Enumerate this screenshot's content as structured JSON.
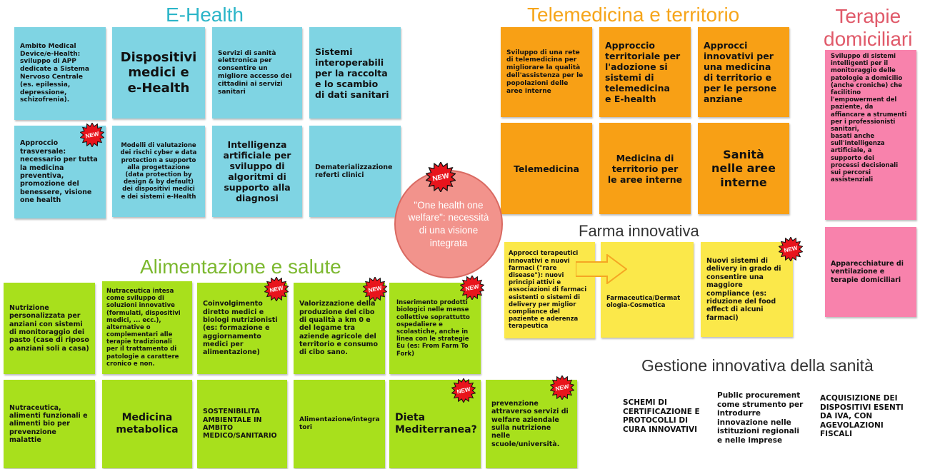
{
  "sections": {
    "ehealth": "E-Health",
    "telemedicina": "Telemedicina e territorio",
    "terapie": "Terapie\ndomiciliari",
    "farma": "Farma innovativa",
    "alimentazione": "Alimentazione e salute",
    "gestione": "Gestione innovativa della sanità"
  },
  "colors": {
    "ehealth": "#2bb5c8",
    "telemedicina": "#f6a51a",
    "terapie": "#e05a6a",
    "farma": "#333333",
    "alimentazione": "#7cb82f",
    "gestione": "#333333"
  },
  "badge_label": "NEW",
  "center_circle": "\"One health one\nwelfare\": necessità\ndi una visione\nintegrata",
  "ehealth": {
    "n1": "Ambito Medical\nDevice/e-Health:\nsviluppo di APP\ndedicate a Sistema\nNervoso Centrale\n(es. epilessia,\ndepressione,\nschizofrenia).",
    "n2": "Dispositivi\nmedici e\ne-Health",
    "n3": "Servizi di sanità\nelettronica per\nconsentire un\nmigliore accesso dei\ncittadini ai servizi\nsanitari",
    "n4": "Sistemi\ninteroperabili\nper la raccolta\ne lo scambio\ndi dati sanitari",
    "n5": "Approccio\ntrasversale:\nnecessario per tutta\nla medicina\npreventiva,\npromozione del\nbenessere, visione\none health",
    "n6": "Modelli di valutazione\ndei rischi cyber e data\nprotection a supporto\nalla progettazione\n(data protection by\ndesign & by default)\ndei dispositivi medici\ne dei sistemi e-Health",
    "n7": "Intelligenza\nartificiale per\nsviluppo di\nalgoritmi di\nsupporto alla\ndiagnosi",
    "n8": "Dematerializzazione\nreferti clinici"
  },
  "telemedicina": {
    "n1": "Sviluppo di una rete\ndi telemedicina per\nmigliorare la qualità\ndell'assistenza per le\npopolazioni delle\naree interne",
    "n2": "Approccio\nterritoriale per\nl'adozione si\nsistemi di\ntelemedicina\ne E-health",
    "n3": "Approcci\ninnovativi per\nuna medicina\ndi territorio e\nper le persone\nanziane",
    "n4": "Telemedicina",
    "n5": "Medicina di\nterritorio per\nle aree interne",
    "n6": "Sanità\nnelle aree\ninterne"
  },
  "terapie": {
    "n1": "Sviluppo di sistemi\nintelligenti per il\nmonitoraggio delle\npatologie a domicilio\n(anche croniche) che\nfacilitino\nl'empowerment del\npaziente, da\naffiancare a strumenti\nper i professionisti\nsanitari,\n basati anche\nsull'intelligenza\nartificiale, a\nsupporto dei\nprocessi decisionali\nsui percorsi\nassistenziali",
    "n2": "Apparecchiature di\nventilazione e\nterapie domiciliari"
  },
  "farma": {
    "n1": "Approcci terapeutici\ninnovativi e nuovi\nfarmaci (\"rare\ndisease\"): nuovi\nprincipi attivi e\nassociazioni di farmaci\nesistenti o sistemi di\ndelivery per miglior\ncompliance del\npaziente e aderenza\nterapeutica",
    "n2": "Farmaceutica/Dermat\nologia-Cosmetica",
    "n3": "Nuovi sistemi di\ndelivery in grado di\nconsentire una\nmaggiore\ncompliance (es:\nriduzione del food\neffect di alcuni\nfarmaci)"
  },
  "alimentazione": {
    "n1": "Nutrizione\npersonalizzata per\nanziani con sistemi\ndi monitoraggio dei\npasto (case di riposo\no anziani soli a casa)",
    "n2": "Nutraceutica intesa\ncome sviluppo di\nsoluzioni innovative\n(formulati, dispositivi\nmedici, ... ecc.),\nalternative o\ncomplementari alle\nterapie tradizionali\nper il trattamento di\npatologie a carattere\ncronico e non.",
    "n3": "Coinvolgimento\ndiretto medici e\nbiologi nutrizionisti\n(es: formazione e\naggiornamento\nmedici per\nalimentazione)",
    "n4": "Valorizzazione della\nproduzione del cibo\ndi qualità a km 0 e\ndel legame tra\naziende agricole del\nterritorio e consumo\ndi cibo sano.",
    "n5": "Inserimento prodotti\nbiologici nelle mense\ncollettive soprattutto\nospedaliere e\nscolastiche, anche in\nlinea con le strategie\nEu (es: From Farm To\nFork)",
    "n6": "Nutraceutica,\nalimenti funzionali e\nalimenti bio per\nprevenzione\nmalattie",
    "n7": "Medicina\nmetabolica",
    "n8": "SOSTENIBILITA\nAMBIENTALE IN\nAMBITO\nMEDICO/SANITARIO",
    "n9": "Alimentazione/integra\ntori",
    "n10": "Dieta\nMediterranea?",
    "n11": "prevenzione\nattraverso servizi di\nwelfare aziendale\nsulla nutrizione\nnelle\nscuole/università."
  },
  "gestione": {
    "n1": "SCHEMI DI\nCERTIFICAZIONE E\nPROTOCOLLI DI\nCURA INNOVATIVI",
    "n2": "Public procurement\ncome strumento per\nintrodurre\ninnovazione nelle\nistituzioni regionali\ne nelle imprese",
    "n3": "ACQUISIZIONE DEI\nDISPOSITIVI ESENTI\nDA IVA, CON\nAGEVOLAZIONI\nFISCALI"
  }
}
